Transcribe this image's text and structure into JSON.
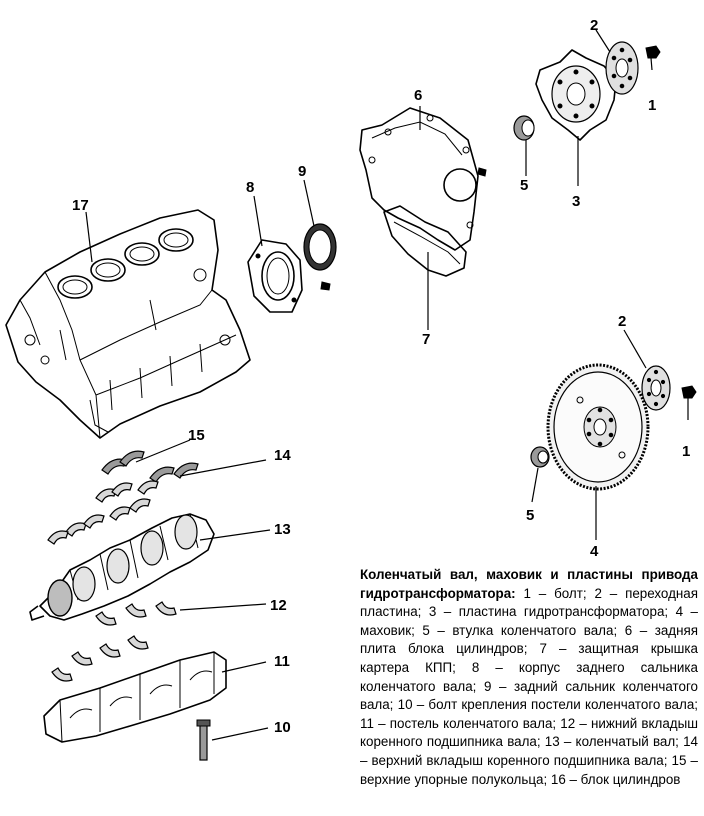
{
  "labels": {
    "p1a": "1",
    "p1b": "1",
    "p2a": "2",
    "p2b": "2",
    "p3": "3",
    "p4": "4",
    "p5a": "5",
    "p5b": "5",
    "p6": "6",
    "p7": "7",
    "p8": "8",
    "p9": "9",
    "p10": "10",
    "p11": "11",
    "p12": "12",
    "p13": "13",
    "p14": "14",
    "p15": "15",
    "p17": "17"
  },
  "caption": {
    "title": "Коленчатый вал, маховик и пластины привода гидротрансформатора:",
    "text": " 1 – болт; 2 – переходная пластина; 3 – пластина гидротрансформатора; 4 – маховик; 5 – втулка коленчатого вала; 6 – задняя плита блока цилиндров; 7 – защитная крышка картера КПП; 8 – корпус заднего сальника коленчатого вала; 9 – задний сальник коленчатого вала; 10 – болт крепления постели коленчатого вала; 11 – постель коленчатого вала; 12 – нижний вкладыш коренного подшипника вала; 13 – коленчатый вал; 14 – верхний вкладыш коренного подшипника вала; 15 – верхние упорные полукольца; 16 – блок цилиндров"
  }
}
